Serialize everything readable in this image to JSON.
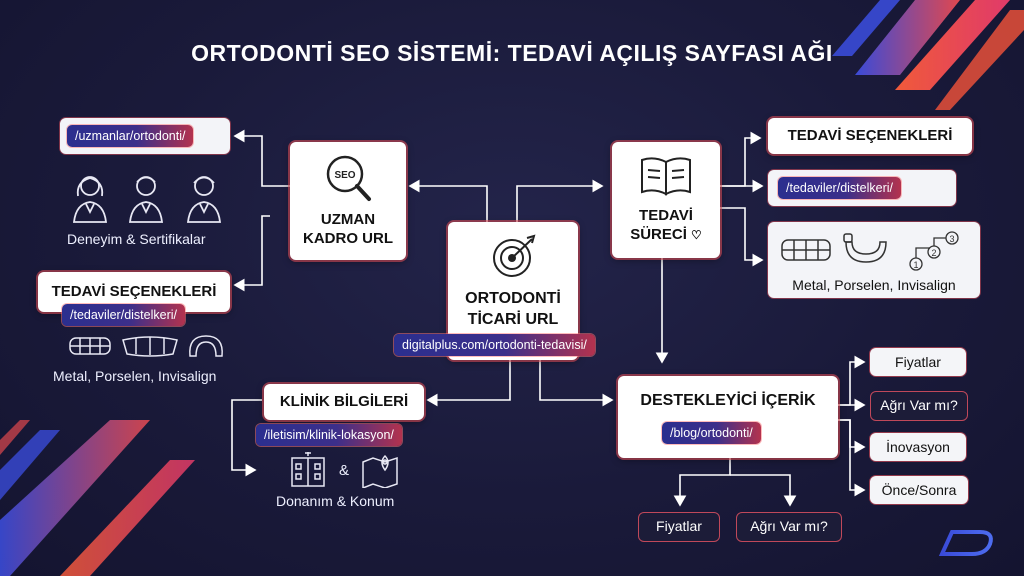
{
  "title": "ORTODONTİ SEO SİSTEMİ: TEDAVİ AÇILIŞ SAYFASI AĞI",
  "center": {
    "title_line1": "ORTODONTİ",
    "title_line2": "TİCARİ URL",
    "url": "digitalplus.com/ortodonti-tedavisi/",
    "icon": "target-icon"
  },
  "uzman": {
    "title_line1": "UZMAN",
    "title_line2": "KADRO URL",
    "icon": "seo-magnifier-icon",
    "icon_text": "SEO",
    "url": "/uzmanlar/ortodonti/",
    "caption": "Deneyim & Sertifikalar"
  },
  "left_tedavi": {
    "title": "TEDAVİ SEÇENEKLERİ",
    "url": "/tedaviler/distelkeri/",
    "caption": "Metal, Porselen, Invisalign"
  },
  "surec": {
    "title_line1": "TEDAVİ",
    "title_line2": "SÜRECİ",
    "icon": "book-icon"
  },
  "right_tedavi": {
    "title": "TEDAVİ SEÇENEKLERİ",
    "url": "/tedaviler/distelkeri/",
    "caption": "Metal, Porselen, Invisalign",
    "steps": [
      "1",
      "2",
      "3"
    ]
  },
  "klinik": {
    "title": "KLİNİK BİLGİLERİ",
    "url": "/iletisim/klinik-lokasyon/",
    "amp": "&",
    "caption": "Donanım & Konum"
  },
  "destek": {
    "title": "DESTEKLEYİCİ İÇERİK",
    "url": "/blog/ortodonti/",
    "right_items": [
      "Fiyatlar",
      "Ağrı Var mı?",
      "İnovasyon",
      "Önce/Sonra"
    ],
    "bottom_items": [
      "Fiyatlar",
      "Ağrı Var mı?"
    ]
  },
  "colors": {
    "accent_red": "#e0484f",
    "accent_blue": "#2b2f8f",
    "background": "#1a1a3a"
  }
}
